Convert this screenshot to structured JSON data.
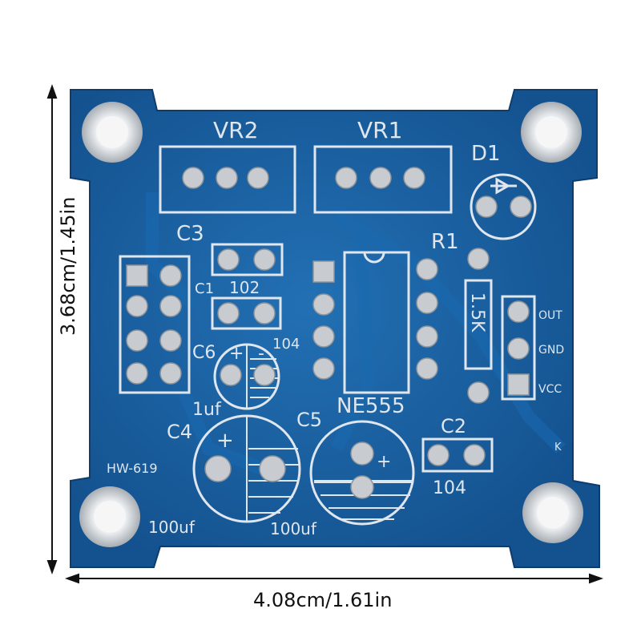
{
  "photo": {
    "subject": "NE555 PCB bare board",
    "board_color": "#1b5fa0",
    "silkscreen_color": "#dfe6ee",
    "pad_color": "#c8ccd0"
  },
  "dimensions": {
    "width": "4.08cm/1.61in",
    "height": "3.68cm/1.45in"
  },
  "labels": {
    "vr2": "VR2",
    "vr1": "VR1",
    "d1": "D1",
    "c3": "C3",
    "r1": "R1",
    "c1": "C1",
    "c1_value": "102",
    "c6": "C6",
    "c6_value": "104",
    "c4_plus": "+",
    "c6_plus": "+",
    "c6_minus": "-",
    "one_uf": "1uf",
    "c4": "C4",
    "c5": "C5",
    "ne555": "NE555",
    "c2": "C2",
    "c2_value": "104",
    "r1_value": "1.5K",
    "out": "OUT",
    "gnd": "GND",
    "vcc": "VCC",
    "k": "K",
    "model": "HW-619",
    "c4_value": "100uf",
    "c5_value": "100uf",
    "c5_plus": "+"
  }
}
